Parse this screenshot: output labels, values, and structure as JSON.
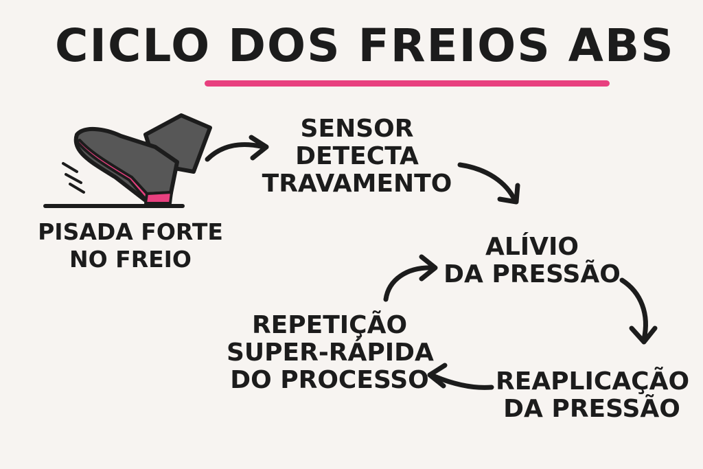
{
  "title": "CICLO DOS FREIOS ABS",
  "colors": {
    "accent": "#e8407f",
    "ink": "#1c1c1c",
    "shoe": "#575757",
    "background": "#f7f4f1"
  },
  "steps": [
    {
      "lines": [
        "PISADA FORTE",
        "NO FREIO"
      ]
    },
    {
      "lines": [
        "SENSOR",
        "DETECTA",
        "TRAVAMENTO"
      ]
    },
    {
      "lines": [
        "ALÍVIO",
        "DA PRESSÃO"
      ]
    },
    {
      "lines": [
        "REAPLICAÇÃO",
        "DA PRESSÃO"
      ]
    },
    {
      "lines": [
        "REPETIÇÃO",
        "SUPER-RÁPIDA",
        "DO PROCESSO"
      ]
    }
  ],
  "icons": {
    "shoe": "shoe-pressing-pedal-icon",
    "arrow": "curved-arrow-icon"
  }
}
